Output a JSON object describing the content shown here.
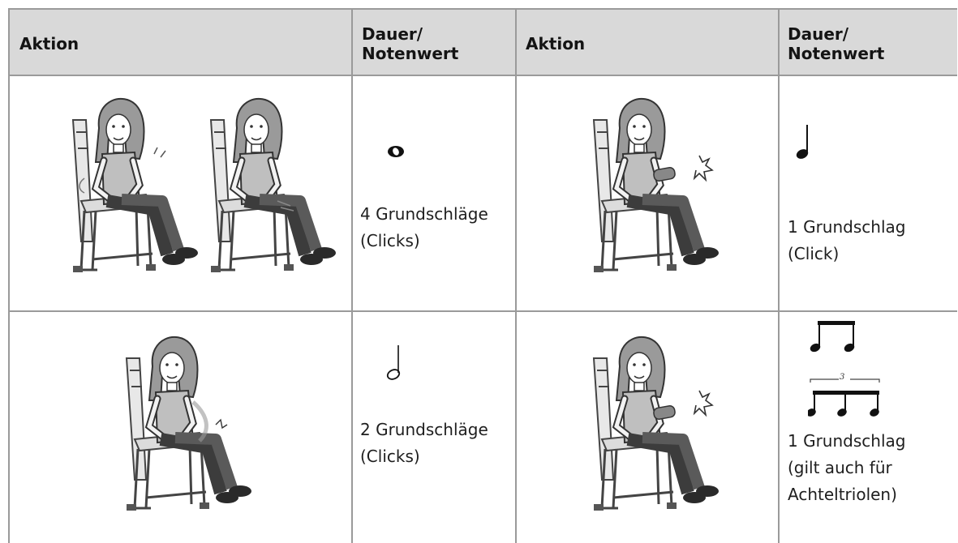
{
  "table": {
    "headers": [
      {
        "label": "Aktion"
      },
      {
        "label": "Dauer/\nNotenwert"
      },
      {
        "label": "Aktion"
      },
      {
        "label": "Dauer/\nNotenwert"
      }
    ],
    "rows": [
      {
        "left": {
          "illustration": "girl-on-chair-patting-knees-twice-icon",
          "note": "whole-note-icon",
          "text": "4 Grundschläge\n(Clicks)"
        },
        "right": {
          "illustration": "girl-on-chair-clapping-icon",
          "note": "quarter-note-icon",
          "text": "1 Grundschlag\n(Click)"
        }
      },
      {
        "left": {
          "illustration": "girl-on-chair-hand-sweep-icon",
          "note": "half-note-icon",
          "text": "2 Grundschläge\n(Clicks)"
        },
        "right": {
          "illustration": "girl-on-chair-clapping-icon",
          "note": "eighth-notes-and-triplet-icon",
          "text": "1 Grundschlag\n(gilt auch für\nAchteltriolen)",
          "triplet_mark": "3"
        }
      }
    ]
  },
  "colors": {
    "header_bg": "#d9d9d9",
    "grid": "#9a9a9a",
    "figure_fill": "#bfbfbf",
    "figure_dark": "#3c3c3c"
  }
}
